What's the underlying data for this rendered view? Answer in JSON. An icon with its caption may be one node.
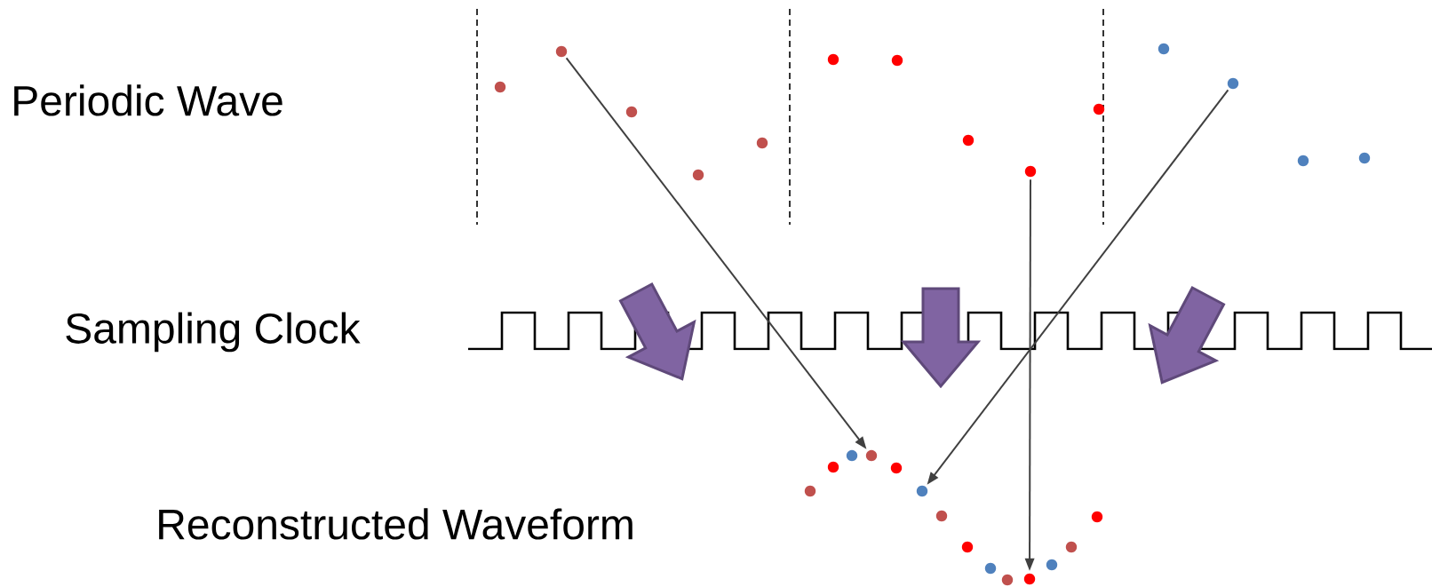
{
  "diagram": {
    "nodes": [
      {
        "text": [],
        "shape": "circle"
      },
      {
        "text": [],
        "shape": "circle"
      },
      {
        "text": [],
        "shape": "circle"
      },
      {
        "text": [],
        "shape": "circle"
      },
      {
        "text": [],
        "shape": "circle"
      },
      {
        "text": [],
        "shape": "circle"
      }
    ],
    "edges": [
      {
        "from": 0,
        "to": 1,
        "arrow": "to"
      },
      {
        "from": 4,
        "to": 5,
        "arrow": "to"
      },
      {
        "from": 2,
        "to": 3,
        "arrow": "to"
      }
    ],
    "labels": [
      "Periodic Wave",
      "Sampling Clock",
      "Reconstructed Waveform"
    ]
  }
}
